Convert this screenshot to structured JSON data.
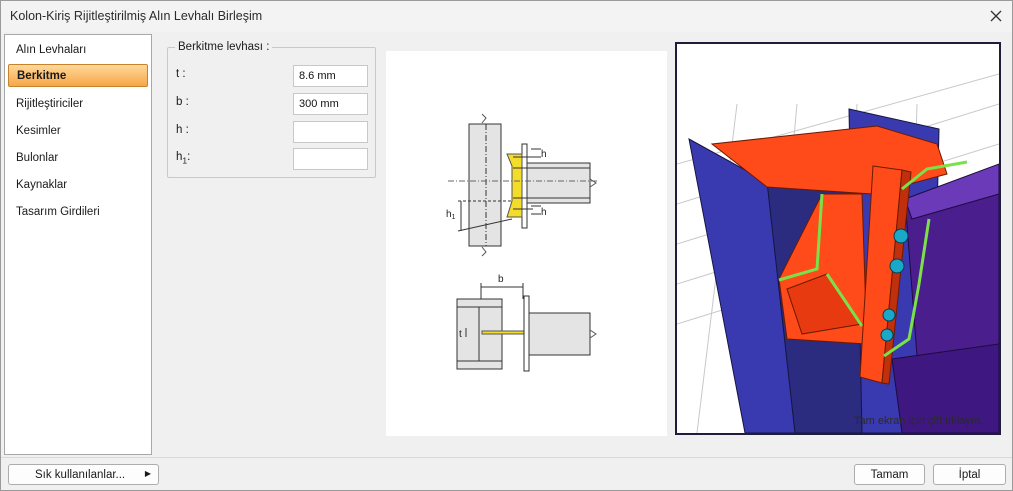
{
  "window": {
    "title": "Kolon-Kiriş Rijitleştirilmiş Alın Levhalı Birleşim"
  },
  "sidebar": {
    "items": [
      {
        "label": "Alın Levhaları",
        "active": false
      },
      {
        "label": "Berkitme",
        "active": true
      },
      {
        "label": "Rijitleştiriciler",
        "active": false
      },
      {
        "label": "Kesimler",
        "active": false
      },
      {
        "label": "Bulonlar",
        "active": false
      },
      {
        "label": "Kaynaklar",
        "active": false
      },
      {
        "label": "Tasarım Girdileri",
        "active": false
      }
    ]
  },
  "berkitme": {
    "group_title": "Berkitme levhası :",
    "fields": [
      {
        "label": "t :",
        "value": "8.6 mm"
      },
      {
        "label": "b :",
        "value": "300 mm"
      },
      {
        "label": "h :",
        "value": ""
      },
      {
        "label_main": "h",
        "label_sub": "1",
        "label_suffix": ":",
        "value": ""
      }
    ]
  },
  "diagram": {
    "labels": {
      "h_top": "h",
      "h_bottom": "h",
      "h1_main": "h",
      "h1_sub": "1",
      "b": "b",
      "t": "t"
    }
  },
  "view3d": {
    "hint": "Tam ekran için çift tıklayın."
  },
  "footer": {
    "favorites_label": "Sık kullanılanlar...",
    "ok_label": "Tamam",
    "cancel_label": "İptal"
  },
  "colors": {
    "column": "#3a3ab0",
    "haunch_plate": "#ff4a1a",
    "beam": "#4a1e8c",
    "weld": "#7be04a",
    "bolt": "#1aa8c8",
    "active_tab": "#f6a748"
  },
  "icons": {
    "close": "close-icon",
    "favorites_arrow": "chevron-right-icon"
  }
}
